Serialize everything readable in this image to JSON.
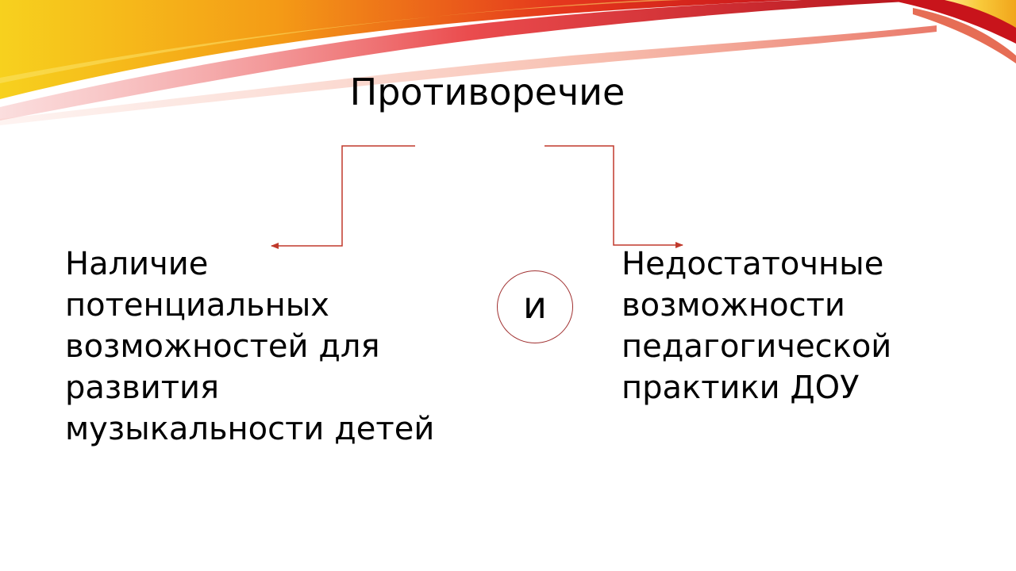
{
  "slide": {
    "title": "Противоречие",
    "left_block": {
      "lines": [
        "Наличие",
        "потенциальных",
        "возможностей для",
        "развития",
        "музыкальности детей"
      ]
    },
    "connector": {
      "label": "и"
    },
    "right_block": {
      "lines": [
        "Недостаточные",
        "возможности",
        "педагогической",
        "практики ДОУ"
      ]
    }
  },
  "colors": {
    "arrow": "#c0392b",
    "circle_border": "#a03030",
    "banner_red": "#d7261e",
    "banner_orange": "#f39c12",
    "banner_yellow": "#f7d31e"
  }
}
